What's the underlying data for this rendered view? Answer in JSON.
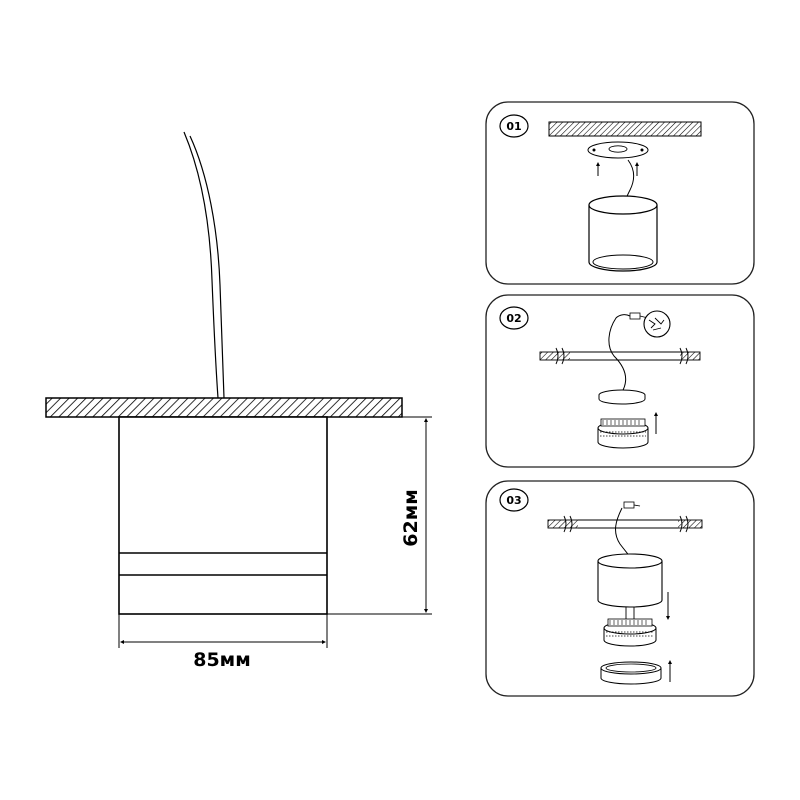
{
  "dimensions": {
    "height_label": "62мм",
    "width_label": "85мм"
  },
  "steps": [
    {
      "number": "01"
    },
    {
      "number": "02"
    },
    {
      "number": "03"
    }
  ],
  "colors": {
    "line": "#000000",
    "panel_border": "#222222",
    "hatch": "#000000",
    "background": "#ffffff"
  }
}
